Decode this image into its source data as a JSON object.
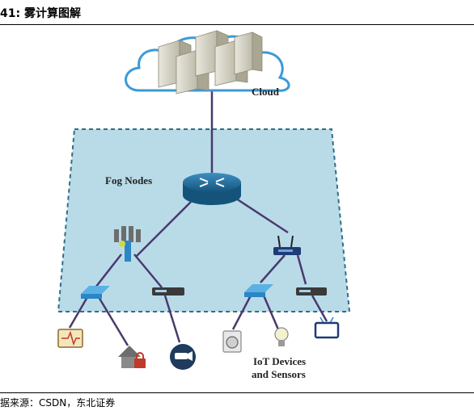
{
  "figure": {
    "title": "41:  雾计算图解",
    "source": "据来源：CSDN，东北证券"
  },
  "labels": {
    "cloud": "Cloud",
    "fog_nodes": "Fog Nodes",
    "iot_line1": "IoT Devices",
    "iot_line2": "and Sensors"
  },
  "colors": {
    "fog_region_fill": "#b9dbe8",
    "fog_region_border": "#2f6f86",
    "link_line": "#4a3a6e",
    "router": "#1f6f99",
    "switch": "#2a86c4",
    "cloud_outline": "#3a9ad9"
  },
  "icons": [
    "server-rack-icon",
    "router-icon",
    "cell-tower-icon",
    "wifi-router-icon",
    "network-switch-icon",
    "gateway-device-icon",
    "medical-monitor-icon",
    "smart-home-lock-icon",
    "security-camera-icon",
    "washing-machine-icon",
    "light-bulb-icon",
    "tv-icon"
  ]
}
